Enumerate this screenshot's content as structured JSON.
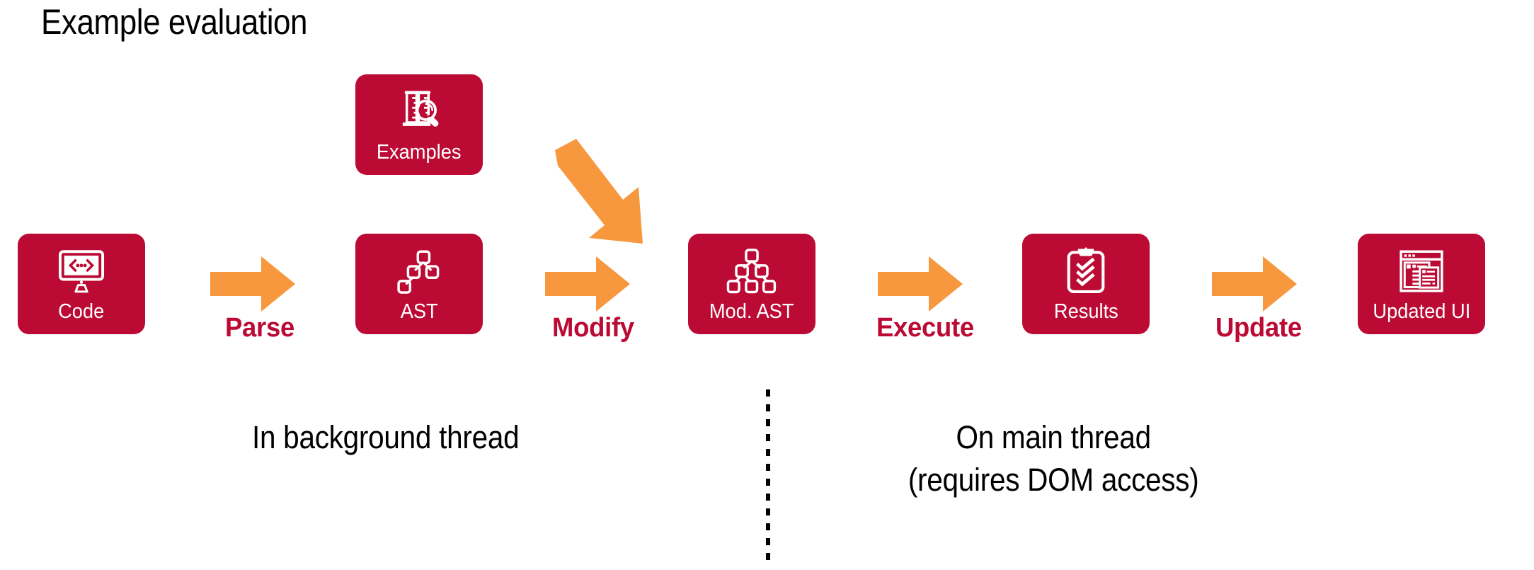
{
  "title": "Example evaluation",
  "colors": {
    "brand_crimson": "#bb0a33",
    "arrow_orange": "#f7983e",
    "background": "#ffffff",
    "text_black": "#000000",
    "box_text_white": "#ffffff"
  },
  "nodes": [
    {
      "id": "code",
      "label": "Code",
      "icon": "monitor-code-icon"
    },
    {
      "id": "examples",
      "label": "Examples",
      "icon": "test-tubes-magnifier-icon"
    },
    {
      "id": "ast",
      "label": "AST",
      "icon": "tree-small-icon"
    },
    {
      "id": "mod_ast",
      "label": "Mod. AST",
      "icon": "tree-full-icon"
    },
    {
      "id": "results",
      "label": "Results",
      "icon": "clipboard-checklist-icon"
    },
    {
      "id": "updated_ui",
      "label": "Updated UI",
      "icon": "browser-window-icon"
    }
  ],
  "steps": [
    {
      "id": "parse",
      "label": "Parse",
      "from": "code",
      "to": "ast"
    },
    {
      "id": "modify",
      "label": "Modify",
      "from": "ast",
      "to": "mod_ast"
    },
    {
      "id": "execute",
      "label": "Execute",
      "from": "mod_ast",
      "to": "results"
    },
    {
      "id": "update",
      "label": "Update",
      "from": "results",
      "to": "updated_ui"
    }
  ],
  "diagonal_arrow": {
    "from": "examples",
    "to": "mod_ast",
    "label": ""
  },
  "captions": {
    "background_thread": "In background thread",
    "main_thread_line1": "On main thread",
    "main_thread_line2": "(requires DOM access)"
  },
  "divider": {
    "style": "dotted-vertical"
  }
}
